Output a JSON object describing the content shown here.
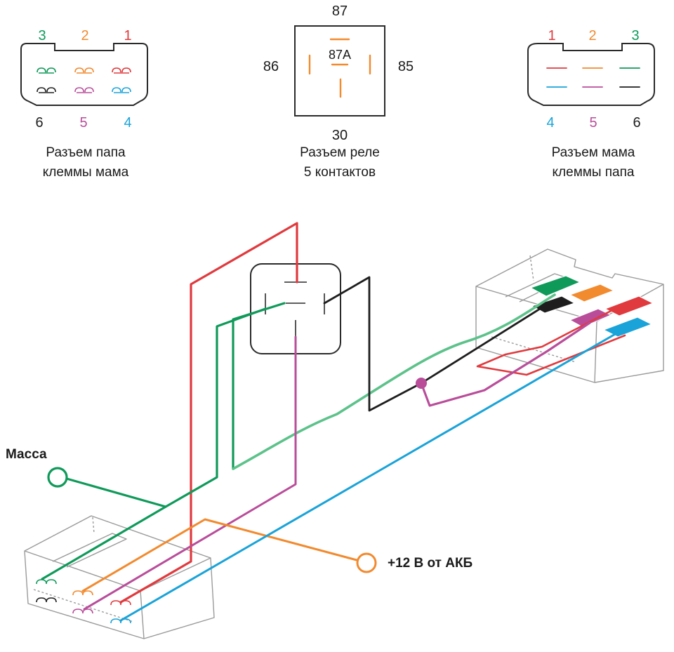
{
  "colors": {
    "red": "#e03a3e",
    "orange": "#f28a2e",
    "green": "#0f9a5a",
    "lightgreen": "#5cc28a",
    "black": "#1e1e1e",
    "magenta": "#b94d9a",
    "blue": "#1aa3d8",
    "outline": "#2a2a2a",
    "gray": "#9a9a9a"
  },
  "left_connector": {
    "top_pins": [
      "3",
      "2",
      "1"
    ],
    "bottom_pins": [
      "6",
      "5",
      "4"
    ],
    "caption_line1": "Разъем папа",
    "caption_line2": "клеммы мама"
  },
  "relay": {
    "pin_top": "87",
    "pin_left": "86",
    "pin_right": "85",
    "pin_bottom": "30",
    "pin_center": "87A",
    "caption_line1": "Разъем реле",
    "caption_line2": "5 контактов"
  },
  "right_connector": {
    "top_pins": [
      "1",
      "2",
      "3"
    ],
    "bottom_pins": [
      "4",
      "5",
      "6"
    ],
    "caption_line1": "Разъем мама",
    "caption_line2": "клеммы папа"
  },
  "labels": {
    "ground": "Масса",
    "battery": "+12 В от АКБ"
  }
}
